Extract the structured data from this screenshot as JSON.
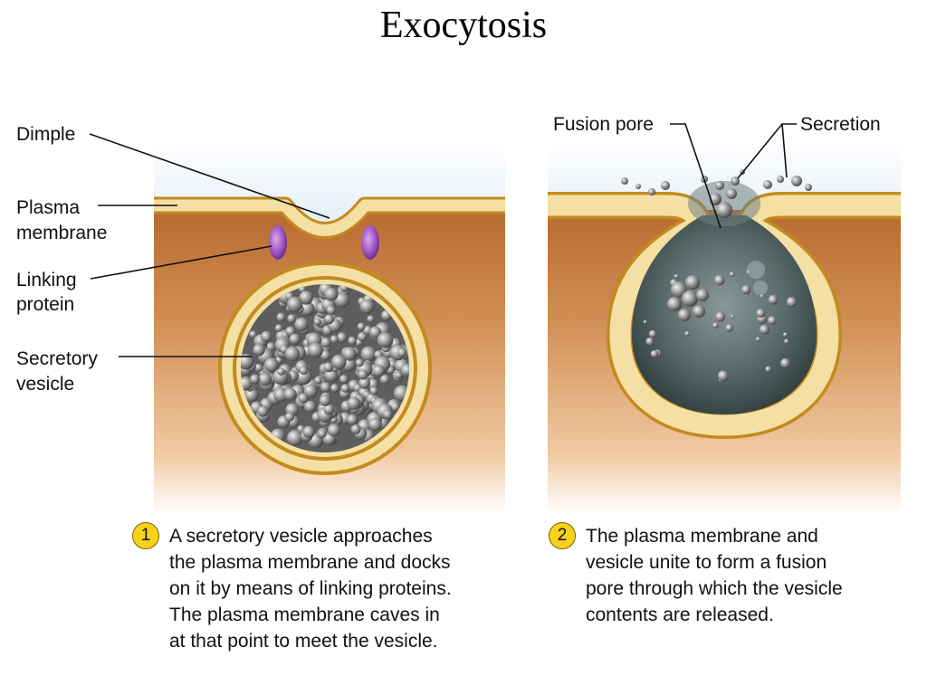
{
  "title": "Exocytosis",
  "colors": {
    "extracellular": "#a9c9e6",
    "cytoplasm": "#c98348",
    "membrane_fill": "#f4dfa4",
    "membrane_edge": "#c38a1e",
    "linking_protein": "#8e44ad",
    "vesicle_contents": "#5d6b6c",
    "step_badge": "#f6d21a"
  },
  "panel1": {
    "labels": {
      "dimple": "Dimple",
      "plasma_membrane": [
        "Plasma",
        "membrane"
      ],
      "linking_protein": [
        "Linking",
        "protein"
      ],
      "secretory_vesicle": [
        "Secretory",
        "vesicle"
      ]
    },
    "step": "1",
    "caption": [
      "A secretory vesicle approaches",
      "the plasma membrane and docks",
      "on it by means of linking proteins.",
      "The plasma membrane caves in",
      "at that point to meet the vesicle."
    ]
  },
  "panel2": {
    "labels": {
      "fusion_pore": "Fusion pore",
      "secretion": "Secretion"
    },
    "step": "2",
    "caption": [
      "The plasma membrane and",
      "vesicle unite to form a fusion",
      "pore through which the vesicle",
      "contents are released."
    ]
  }
}
